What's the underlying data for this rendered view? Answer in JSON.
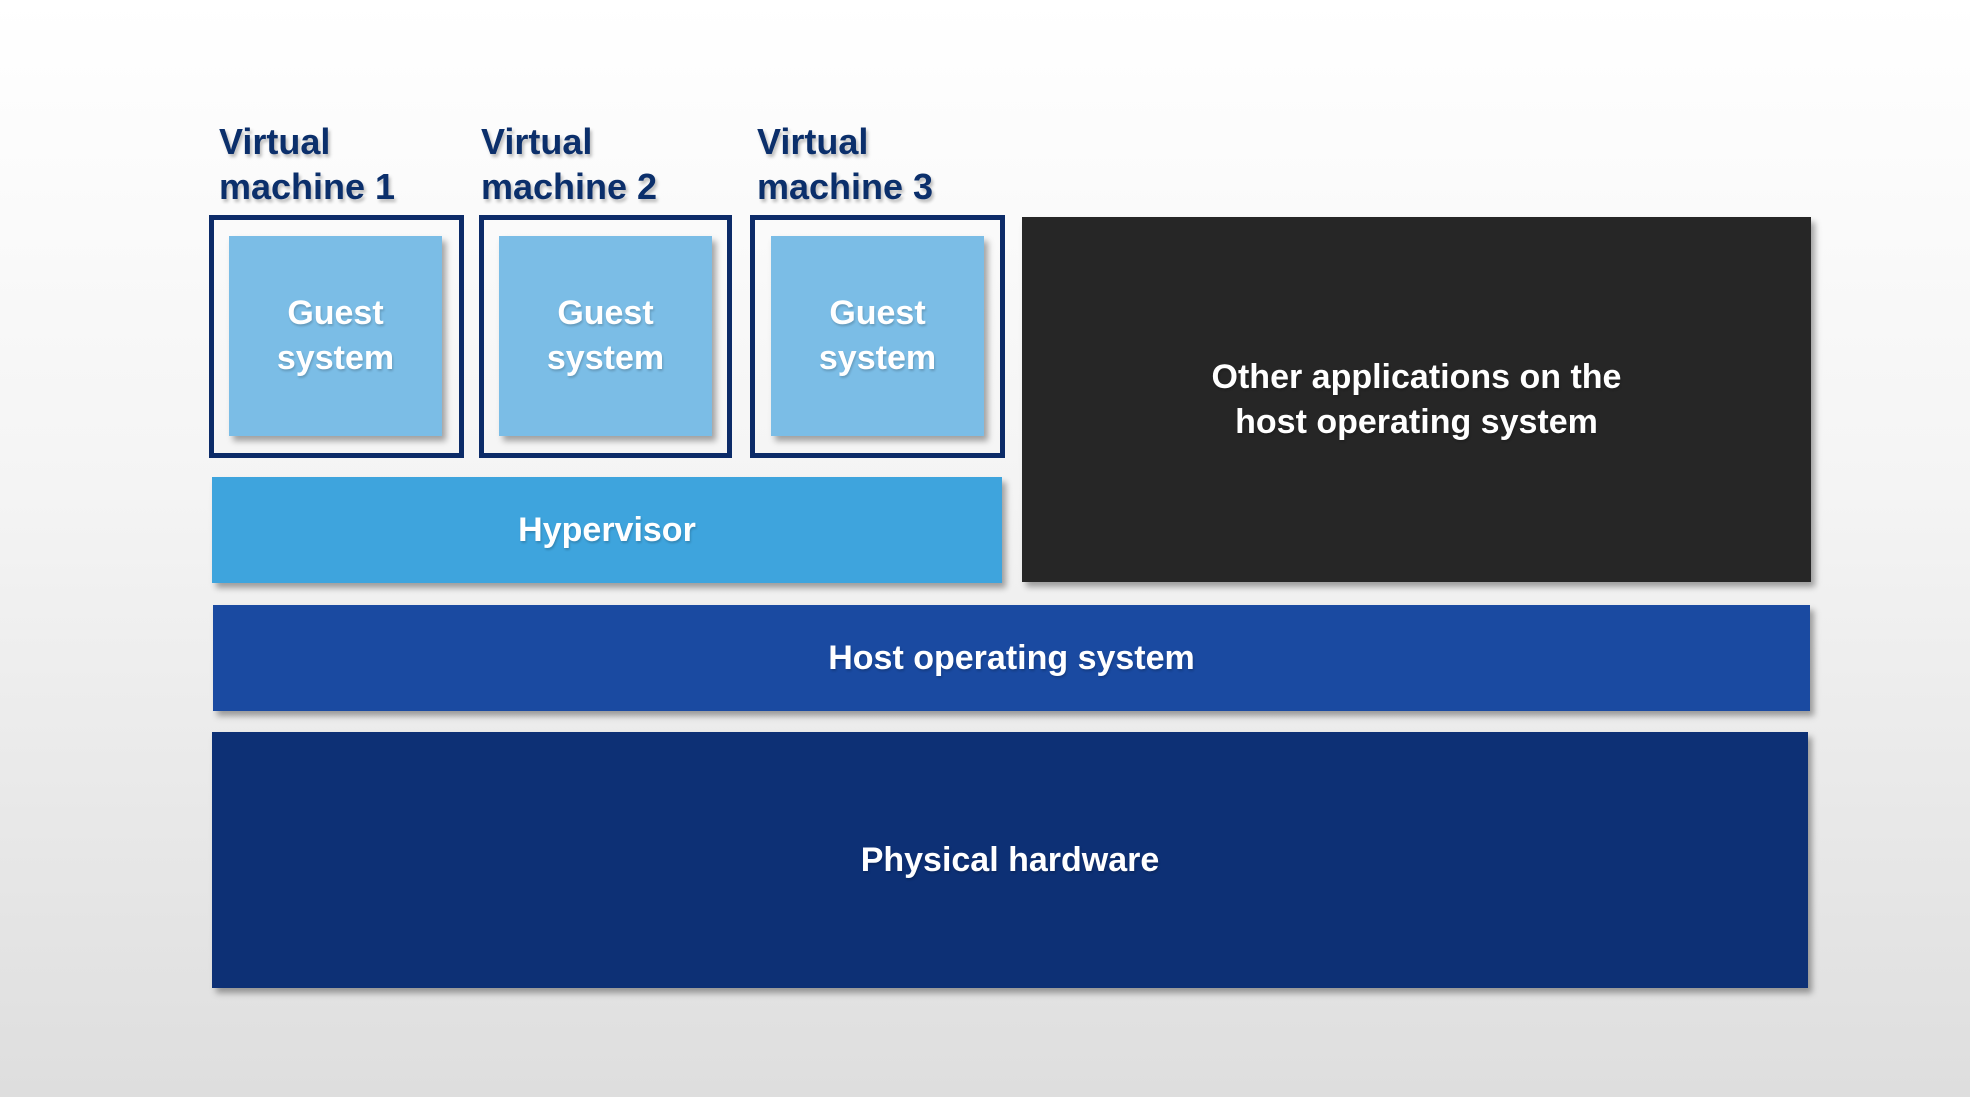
{
  "virtual_machines": [
    {
      "label": "Virtual\nmachine  1",
      "guest_label": "Guest\nsystem"
    },
    {
      "label": "Virtual\nmachine  2",
      "guest_label": "Guest\nsystem"
    },
    {
      "label": "Virtual\nmachine  3",
      "guest_label": "Guest\nsystem"
    }
  ],
  "layers": {
    "hypervisor": "Hypervisor",
    "other_applications": "Other applications on the\nhost operating system",
    "host_os": "Host operating system",
    "hardware": "Physical hardware"
  },
  "colors": {
    "vm_label": "#0b2f6b",
    "vm_frame": "#0c2b68",
    "guest": "#7bbde6",
    "hypervisor": "#3ea4dd",
    "other_applications": "#262626",
    "host_os": "#1a4aa1",
    "hardware": "#0d3075"
  }
}
